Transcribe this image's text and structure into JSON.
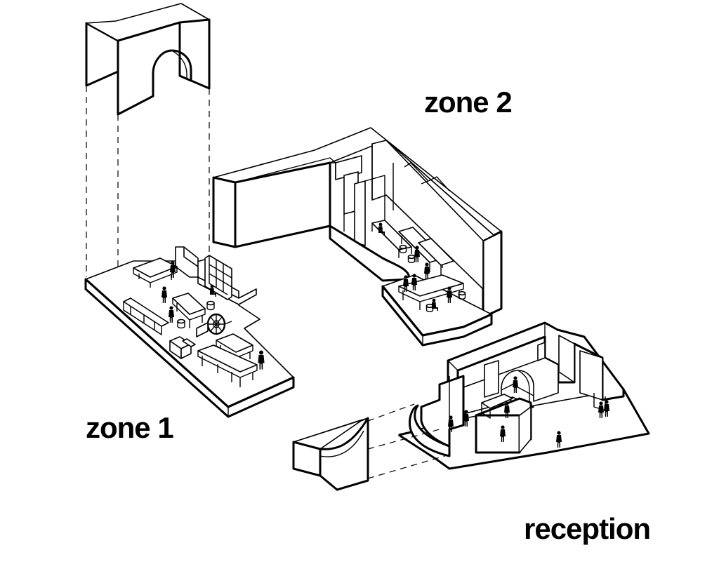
{
  "labels": {
    "zone2": "zone 2",
    "zone1": "zone 1",
    "reception": "reception"
  }
}
